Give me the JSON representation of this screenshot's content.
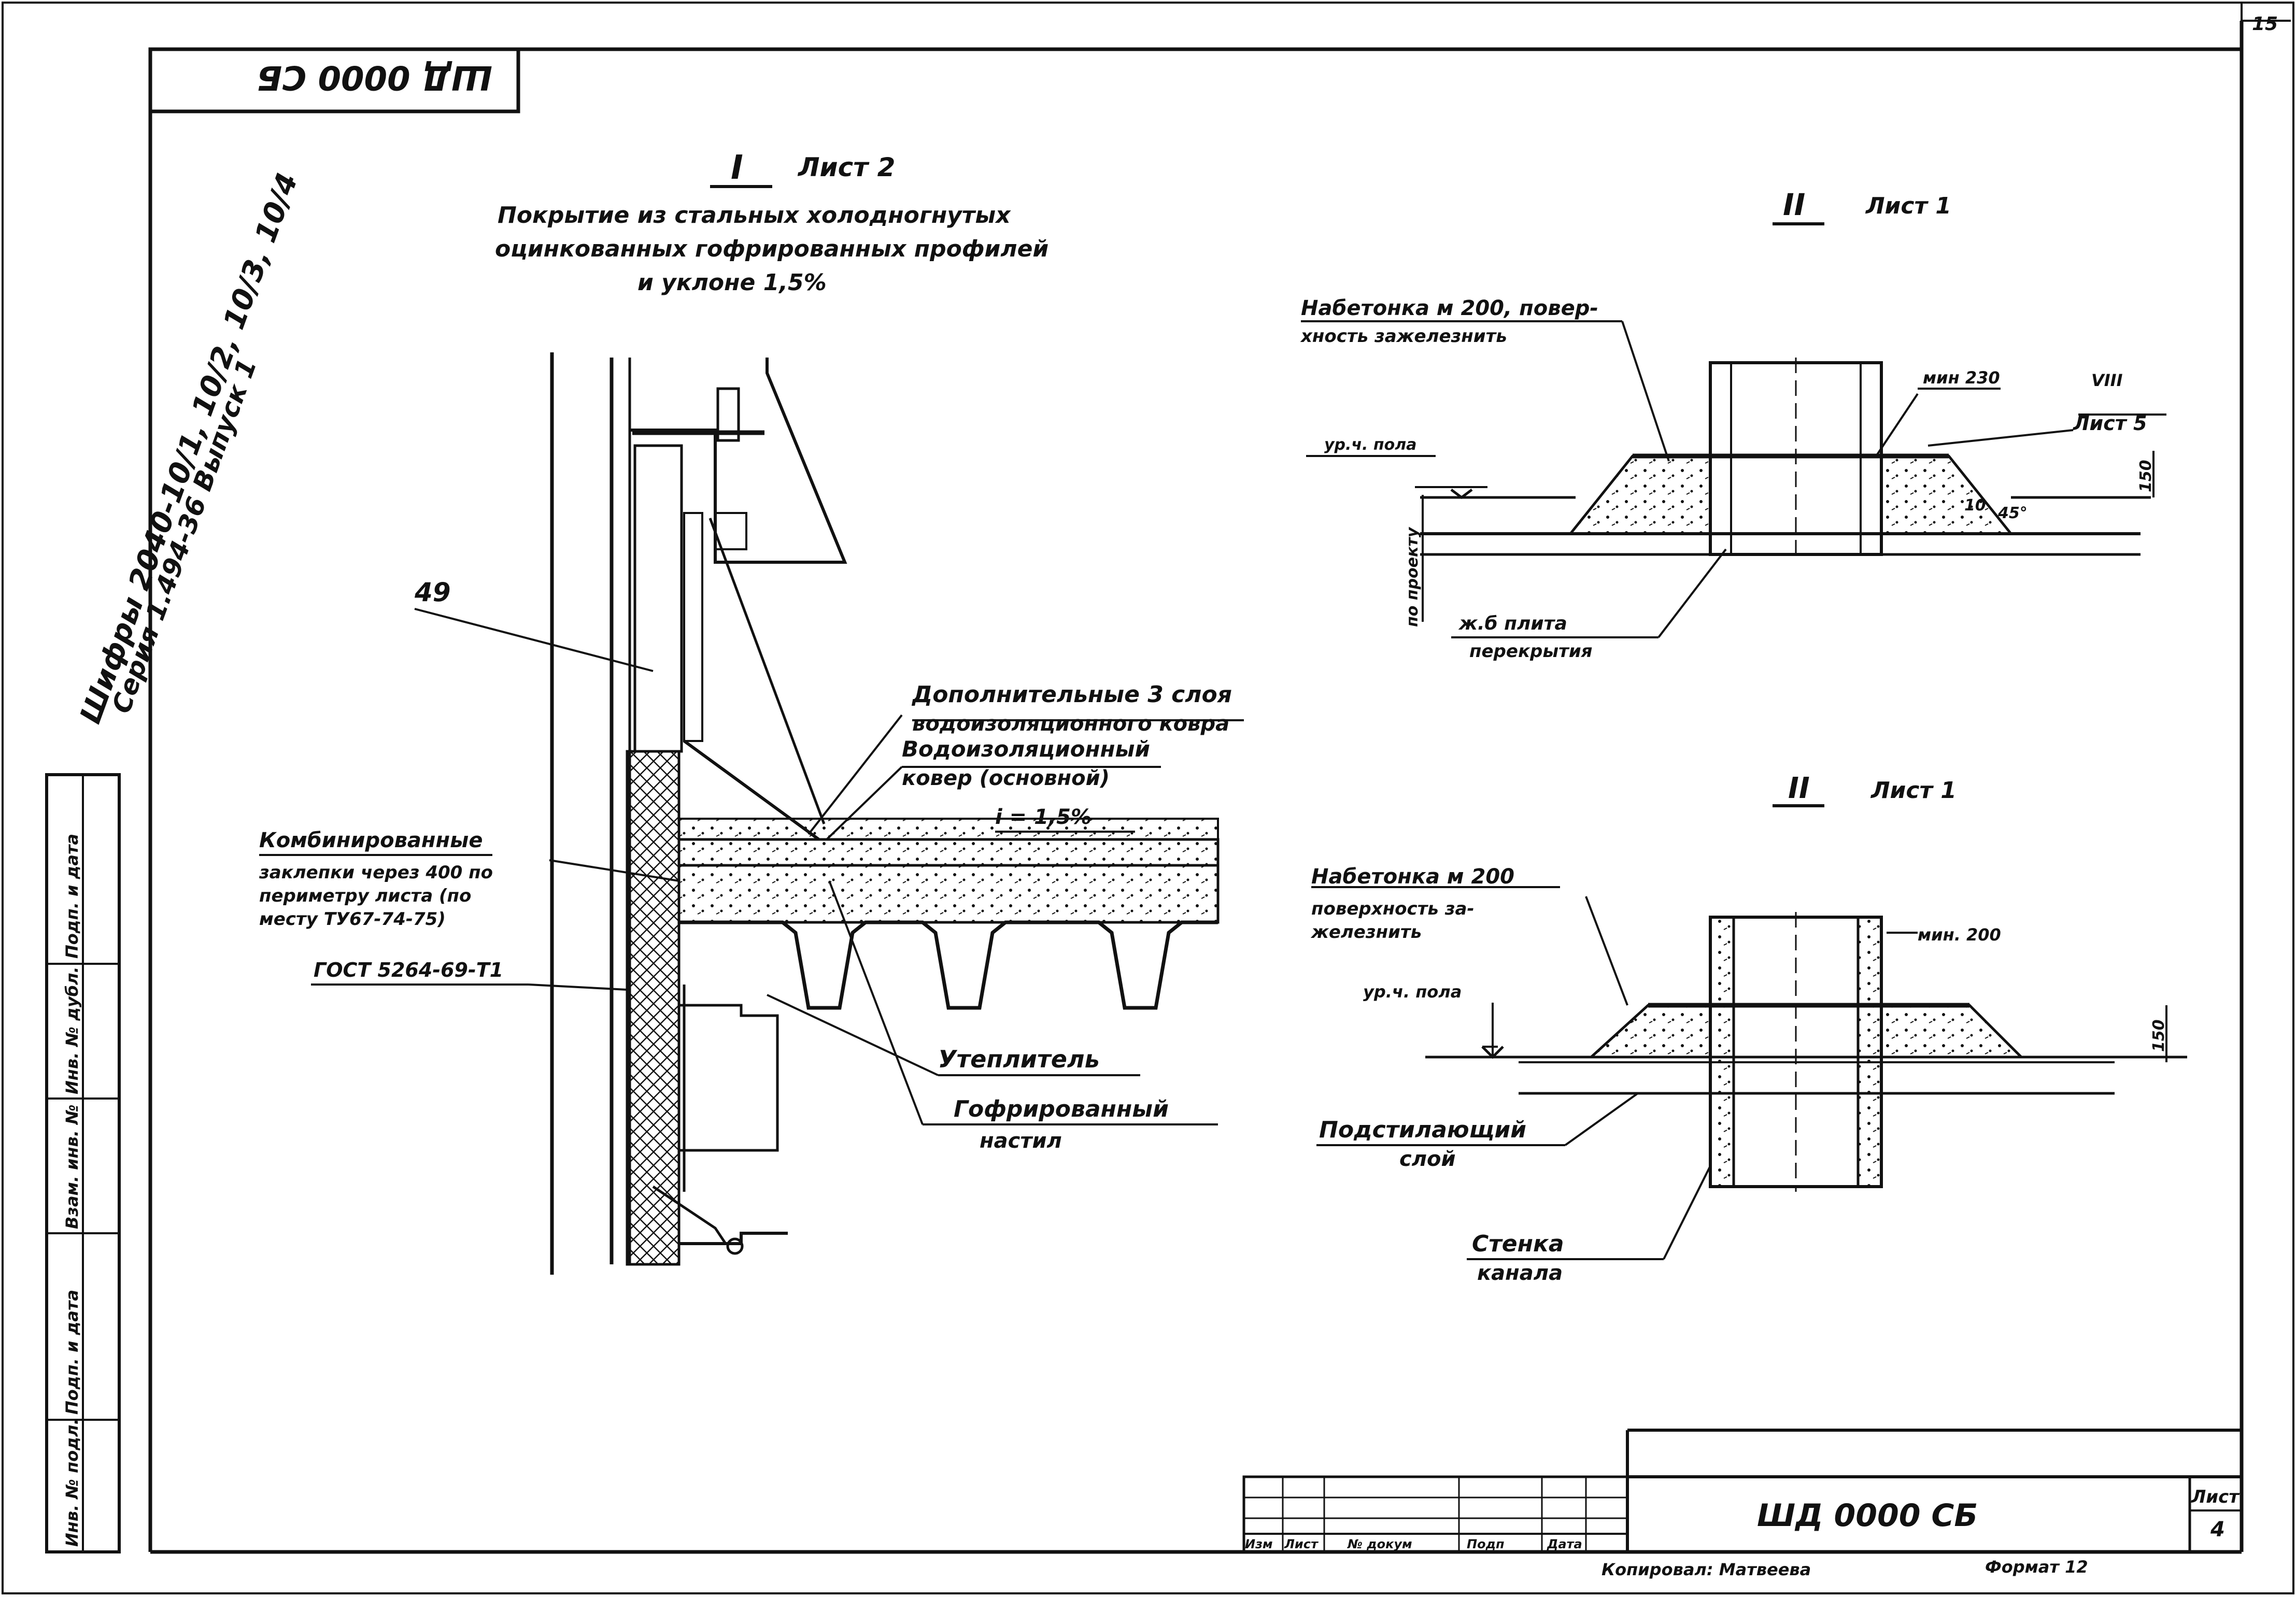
{
  "page_number": "15",
  "stamp_top": "ШД 0000 СБ",
  "left_margin": {
    "line1": "Шифры 2040-10/1, 10/2, 10/3, 10/4",
    "line2": "Серия 1.494-36 Выпуск 1"
  },
  "margin_table": {
    "cells": [
      "Подп. и дата",
      "Инв. № дубл.",
      "Взам. инв. №",
      "Подп. и дата",
      "Инв. № подл."
    ]
  },
  "detail_I": {
    "mark": "I",
    "sheet_ref": "Лист 2",
    "title_line1": "Покрытие из стальных холодногнутых",
    "title_line2": "оцинкованных гофрированных профилей",
    "title_line3": "и уклоне 1,5%",
    "num_49": "49",
    "lbl_extra_line1": "Дополнительные 3 слоя",
    "lbl_extra_line2": "водоизоляционного ковра",
    "lbl_main_line1": "Водоизоляционный",
    "lbl_main_line2": "ковер (основной)",
    "slope": "i = 1,5%",
    "lbl_rivets_line1": "Комбинированные",
    "lbl_rivets_line2": "заклепки через 400 по",
    "lbl_rivets_line3": "периметру листа (по",
    "lbl_rivets_line4": "месту ТУ67-74-75)",
    "gost": "ГОСТ 5264-69-Т1",
    "insulation": "Утеплитель",
    "deck_line1": "Гофрированный",
    "deck_line2": "настил"
  },
  "detail_II_top": {
    "mark": "II",
    "sheet_ref": "Лист 1",
    "conc_line1": "Набетонка м 200, повер-",
    "conc_line2": "хность зажелезнить",
    "floor_level": "ур.ч. пола",
    "by_project": "по проекту",
    "min_dim": "мин 230",
    "sub_mark": "VIII",
    "sheet5": "Лист 5",
    "dim150": "150",
    "dim10": "10",
    "ang45": "45°",
    "slab_line1": "ж.б плита",
    "slab_line2": "перекрытия"
  },
  "detail_II_bottom": {
    "mark": "II",
    "sheet_ref": "Лист 1",
    "conc_line1": "Набетонка м 200",
    "conc_line2": "поверхность за-",
    "conc_line3": "железнить",
    "min_dim": "мин. 200",
    "floor_level": "ур.ч. пола",
    "dim150": "150",
    "underlay_line1": "Подстилающий",
    "underlay_line2": "слой",
    "wall_line1": "Стенка",
    "wall_line2": "канала"
  },
  "title_block": {
    "doc_code": "ШД 0000 СБ",
    "sheet_label": "Лист",
    "sheet_num": "4",
    "col_izm": "Изм",
    "col_list": "Лист",
    "col_doc": "№ докум",
    "col_sign": "Подп",
    "col_date": "Дата",
    "copied": "Копировал: Матвеева",
    "format": "Формат 12"
  }
}
